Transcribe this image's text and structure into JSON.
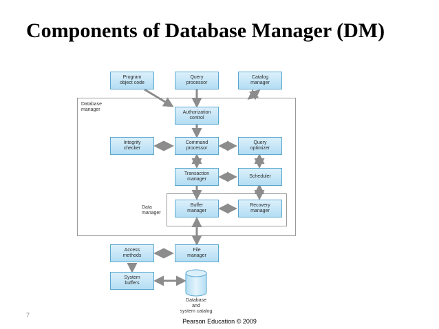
{
  "slide": {
    "title": "Components of Database Manager (DM)",
    "page_number": "7",
    "credit": "Pearson Education © 2009"
  },
  "diagram": {
    "regions": {
      "database_manager": "Database\nmanager",
      "data_manager": "Data\nmanager"
    },
    "boxes": {
      "program_object_code": "Program\nobject code",
      "query_processor": "Query\nprocessor",
      "catalog_manager": "Catalog\nmanager",
      "authorization_control": "Authorization\ncontrol",
      "integrity_checker": "Integrity\nchecker",
      "command_processor": "Command\nprocessor",
      "query_optimizer": "Query\noptimizer",
      "transaction_manager": "Transaction\nmanager",
      "scheduler": "Scheduler",
      "buffer_manager": "Buffer\nmanager",
      "recovery_manager": "Recovery\nmanager",
      "access_methods": "Access\nmethods",
      "file_manager": "File\nmanager",
      "system_buffers": "System\nbuffers"
    },
    "storage": {
      "database_catalog": "Database\nand\nsystem catalog"
    },
    "colors": {
      "box_fill_top": "#dcf0fb",
      "box_fill_bottom": "#b3ddf3",
      "box_border": "#5aa8cf",
      "arrow": "#8c8c8c",
      "frame": "#9a9a9a"
    }
  }
}
